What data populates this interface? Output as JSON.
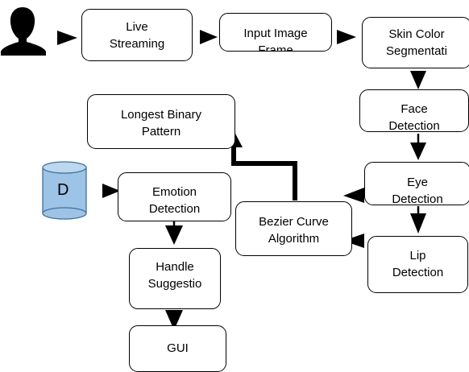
{
  "nodes": {
    "live_streaming": {
      "lines": [
        "Live",
        "Streaming"
      ]
    },
    "input_image_frame": {
      "lines": [
        "Input Image",
        "Frame"
      ]
    },
    "skin_color_segmentation": {
      "lines": [
        "Skin Color",
        "Segmentati"
      ]
    },
    "face_detection": {
      "lines": [
        "Face",
        "Detection"
      ]
    },
    "eye_detection": {
      "lines": [
        "Eye",
        "Detection"
      ]
    },
    "lip_detection": {
      "lines": [
        "Lip",
        "Detection"
      ]
    },
    "bezier_curve_algorithm": {
      "lines": [
        "Bezier Curve",
        "Algorithm"
      ]
    },
    "longest_binary_pattern": {
      "lines": [
        "Longest Binary",
        "Pattern"
      ]
    },
    "emotion_detection": {
      "lines": [
        "Emotion",
        "Detection"
      ]
    },
    "handle_suggestion": {
      "lines": [
        "Handle",
        "Suggestio"
      ]
    },
    "gui": {
      "lines": [
        "GUI"
      ]
    }
  },
  "database": {
    "label": "D"
  },
  "icons": {
    "user": "user-silhouette-icon",
    "database": "database-cylinder-icon"
  },
  "colors": {
    "stroke": "#000000",
    "database_fill": "#9dc3e6",
    "database_stroke": "#41719c"
  }
}
